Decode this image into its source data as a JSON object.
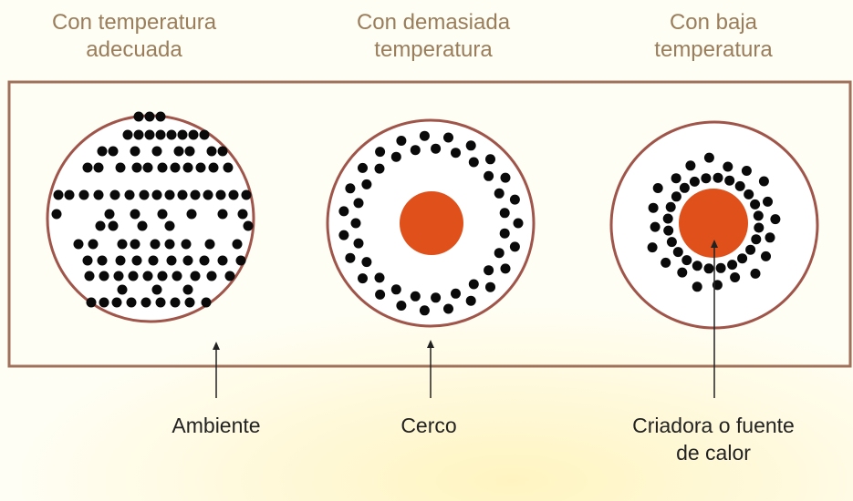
{
  "headings": [
    {
      "line1": "Con temperatura",
      "line2": "adecuada"
    },
    {
      "line1": "Con demasiada",
      "line2": "temperatura"
    },
    {
      "line1": "Con baja",
      "line2": "temperatura"
    }
  ],
  "captions": {
    "ambiente": "Ambiente",
    "cerco": "Cerco",
    "fuente_line1": "Criadora o fuente",
    "fuente_line2": "de calor"
  },
  "colors": {
    "panel_border": "#a0715a",
    "circle_border": "#a0554a",
    "heat_source": "#e0501a",
    "chick": "#0a0a0a",
    "heading_text": "#9a7d5a"
  }
}
